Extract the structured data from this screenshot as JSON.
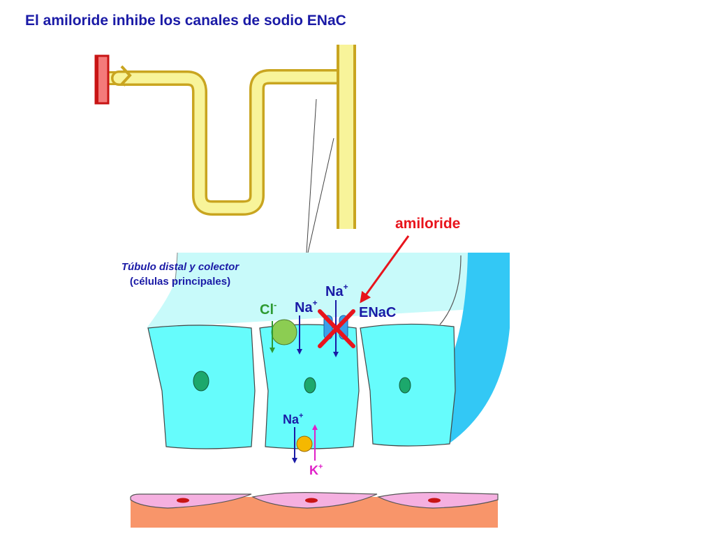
{
  "title": "El amiloride inhibe los canales de sodio ENaC",
  "labels": {
    "drug": "amiloride",
    "tubule_line1": "Túbulo distal y colector",
    "tubule_line2": "(células principales)",
    "chloride": "Cl",
    "chloride_charge": "-",
    "sodium_enac": "Na",
    "sodium_enac_charge": "+",
    "sodium_cotransport": "Na",
    "sodium_cotransport_charge": "+",
    "channel": "ENaC",
    "sodium_pump": "Na",
    "sodium_pump_charge": "+",
    "potassium": "K",
    "potassium_charge": "+"
  },
  "colors": {
    "title": "#1a1aa6",
    "drug": "#e8141c",
    "ion_blue": "#1a1aa6",
    "chloride": "#2e9a32",
    "potassium": "#e020c8",
    "lumen": "#c8fafa",
    "cell": "#66fcfc",
    "interstitium": "#33c8f5",
    "nephron_fill": "#f8f49a",
    "nephron_stroke": "#c9a520",
    "glomerulus": "#f47a7a",
    "glomerulus_stroke": "#c81414",
    "nucleus": "#1ca86c",
    "cotransporter": "#8ccd52",
    "pump": "#f5b800",
    "enac": "#3aa0e8",
    "capillary_wall": "#f5b0e0",
    "capillary_bg": "#f8956a",
    "rbc": "#c81414"
  }
}
